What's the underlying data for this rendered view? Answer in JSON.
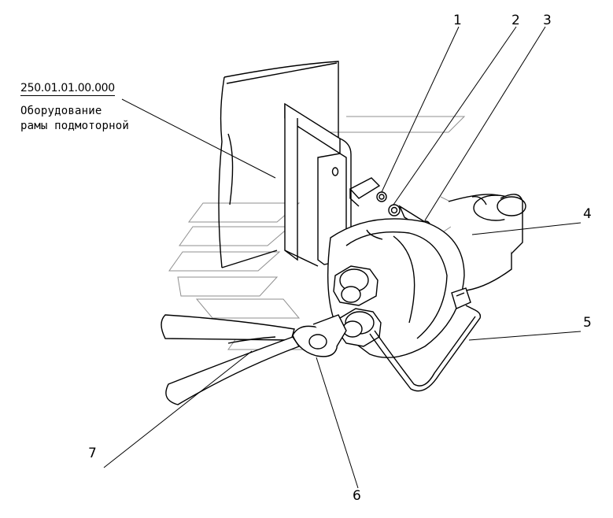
{
  "drawing": {
    "part_number": "250.01.01.00.000",
    "assembly_name_line1": "Оборудование",
    "assembly_name_line2": "рамы подмоторной"
  },
  "callouts": [
    {
      "id": "1",
      "label": "1"
    },
    {
      "id": "2",
      "label": "2"
    },
    {
      "id": "3",
      "label": "3"
    },
    {
      "id": "4",
      "label": "4"
    },
    {
      "id": "5",
      "label": "5"
    },
    {
      "id": "6",
      "label": "6"
    },
    {
      "id": "7",
      "label": "7"
    }
  ]
}
